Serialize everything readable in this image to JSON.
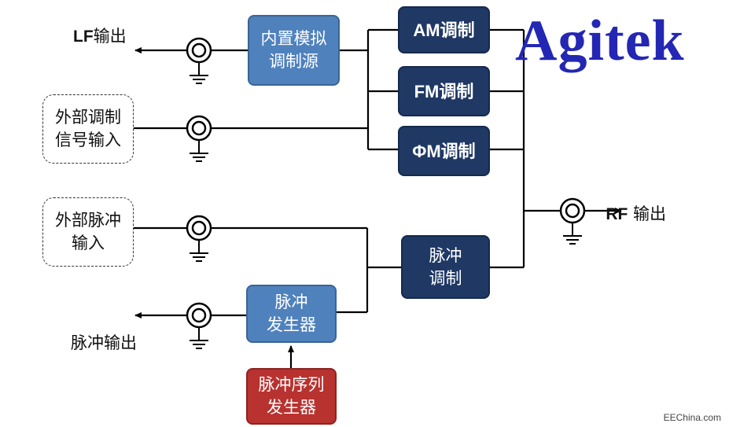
{
  "brand": {
    "logo_text": "Agitek",
    "logo_color": "#2327b3",
    "watermark": "EEChina.com"
  },
  "blocks": {
    "internal_source": "内置模拟\n调制源",
    "am": "AM调制",
    "fm": "FM调制",
    "pm": "ΦM调制",
    "pulse_mod": "脉冲\n调制",
    "pulse_gen": "脉冲\n发生器",
    "pulse_seq_gen": "脉冲序列\n发生器"
  },
  "inputs": {
    "ext_mod": "外部调制\n信号输入",
    "ext_pulse": "外部脉冲\n输入"
  },
  "outputs": {
    "lf_prefix": "LF",
    "lf_suffix": "输出",
    "rf_prefix": "RF",
    "rf_suffix": " 输出",
    "pulse_out": "脉冲输出"
  },
  "colors": {
    "light_block": "#4f81bd",
    "dark_block": "#1f3864",
    "red_block": "#b8322f",
    "line": "#000000"
  }
}
